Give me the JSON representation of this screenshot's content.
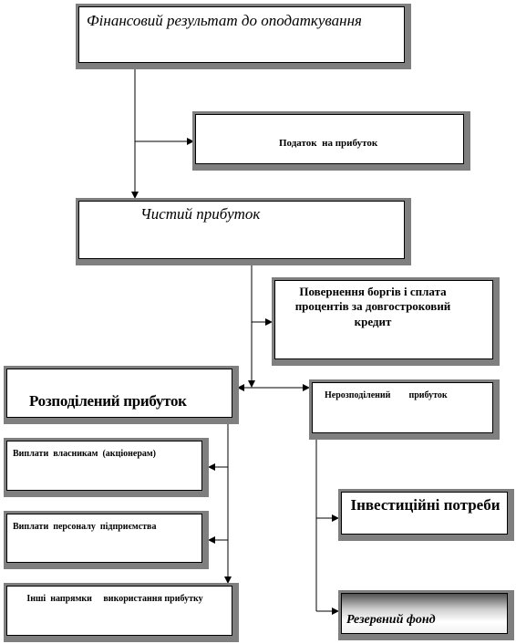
{
  "nodes": {
    "pre_tax_result": "Фінансовий результат до оподаткування",
    "profit_tax": "Податок  на прибуток",
    "net_profit": "Чистий прибуток",
    "debt_repayment": "Повернення боргів і сплата процентів за довгостроковий кредит",
    "distributed_profit": "Розподілений прибуток",
    "undistributed_profit": "Нерозподілений        прибуток",
    "owner_payments": "Виплати  власникам  (акціонерам)",
    "staff_payments": "Виплати  персоналу  підприємства",
    "other_uses": "Інші  напрямки     використання прибутку",
    "investment_needs": "Інвестиційні потреби",
    "reserve_fund": "Резервний фонд"
  }
}
